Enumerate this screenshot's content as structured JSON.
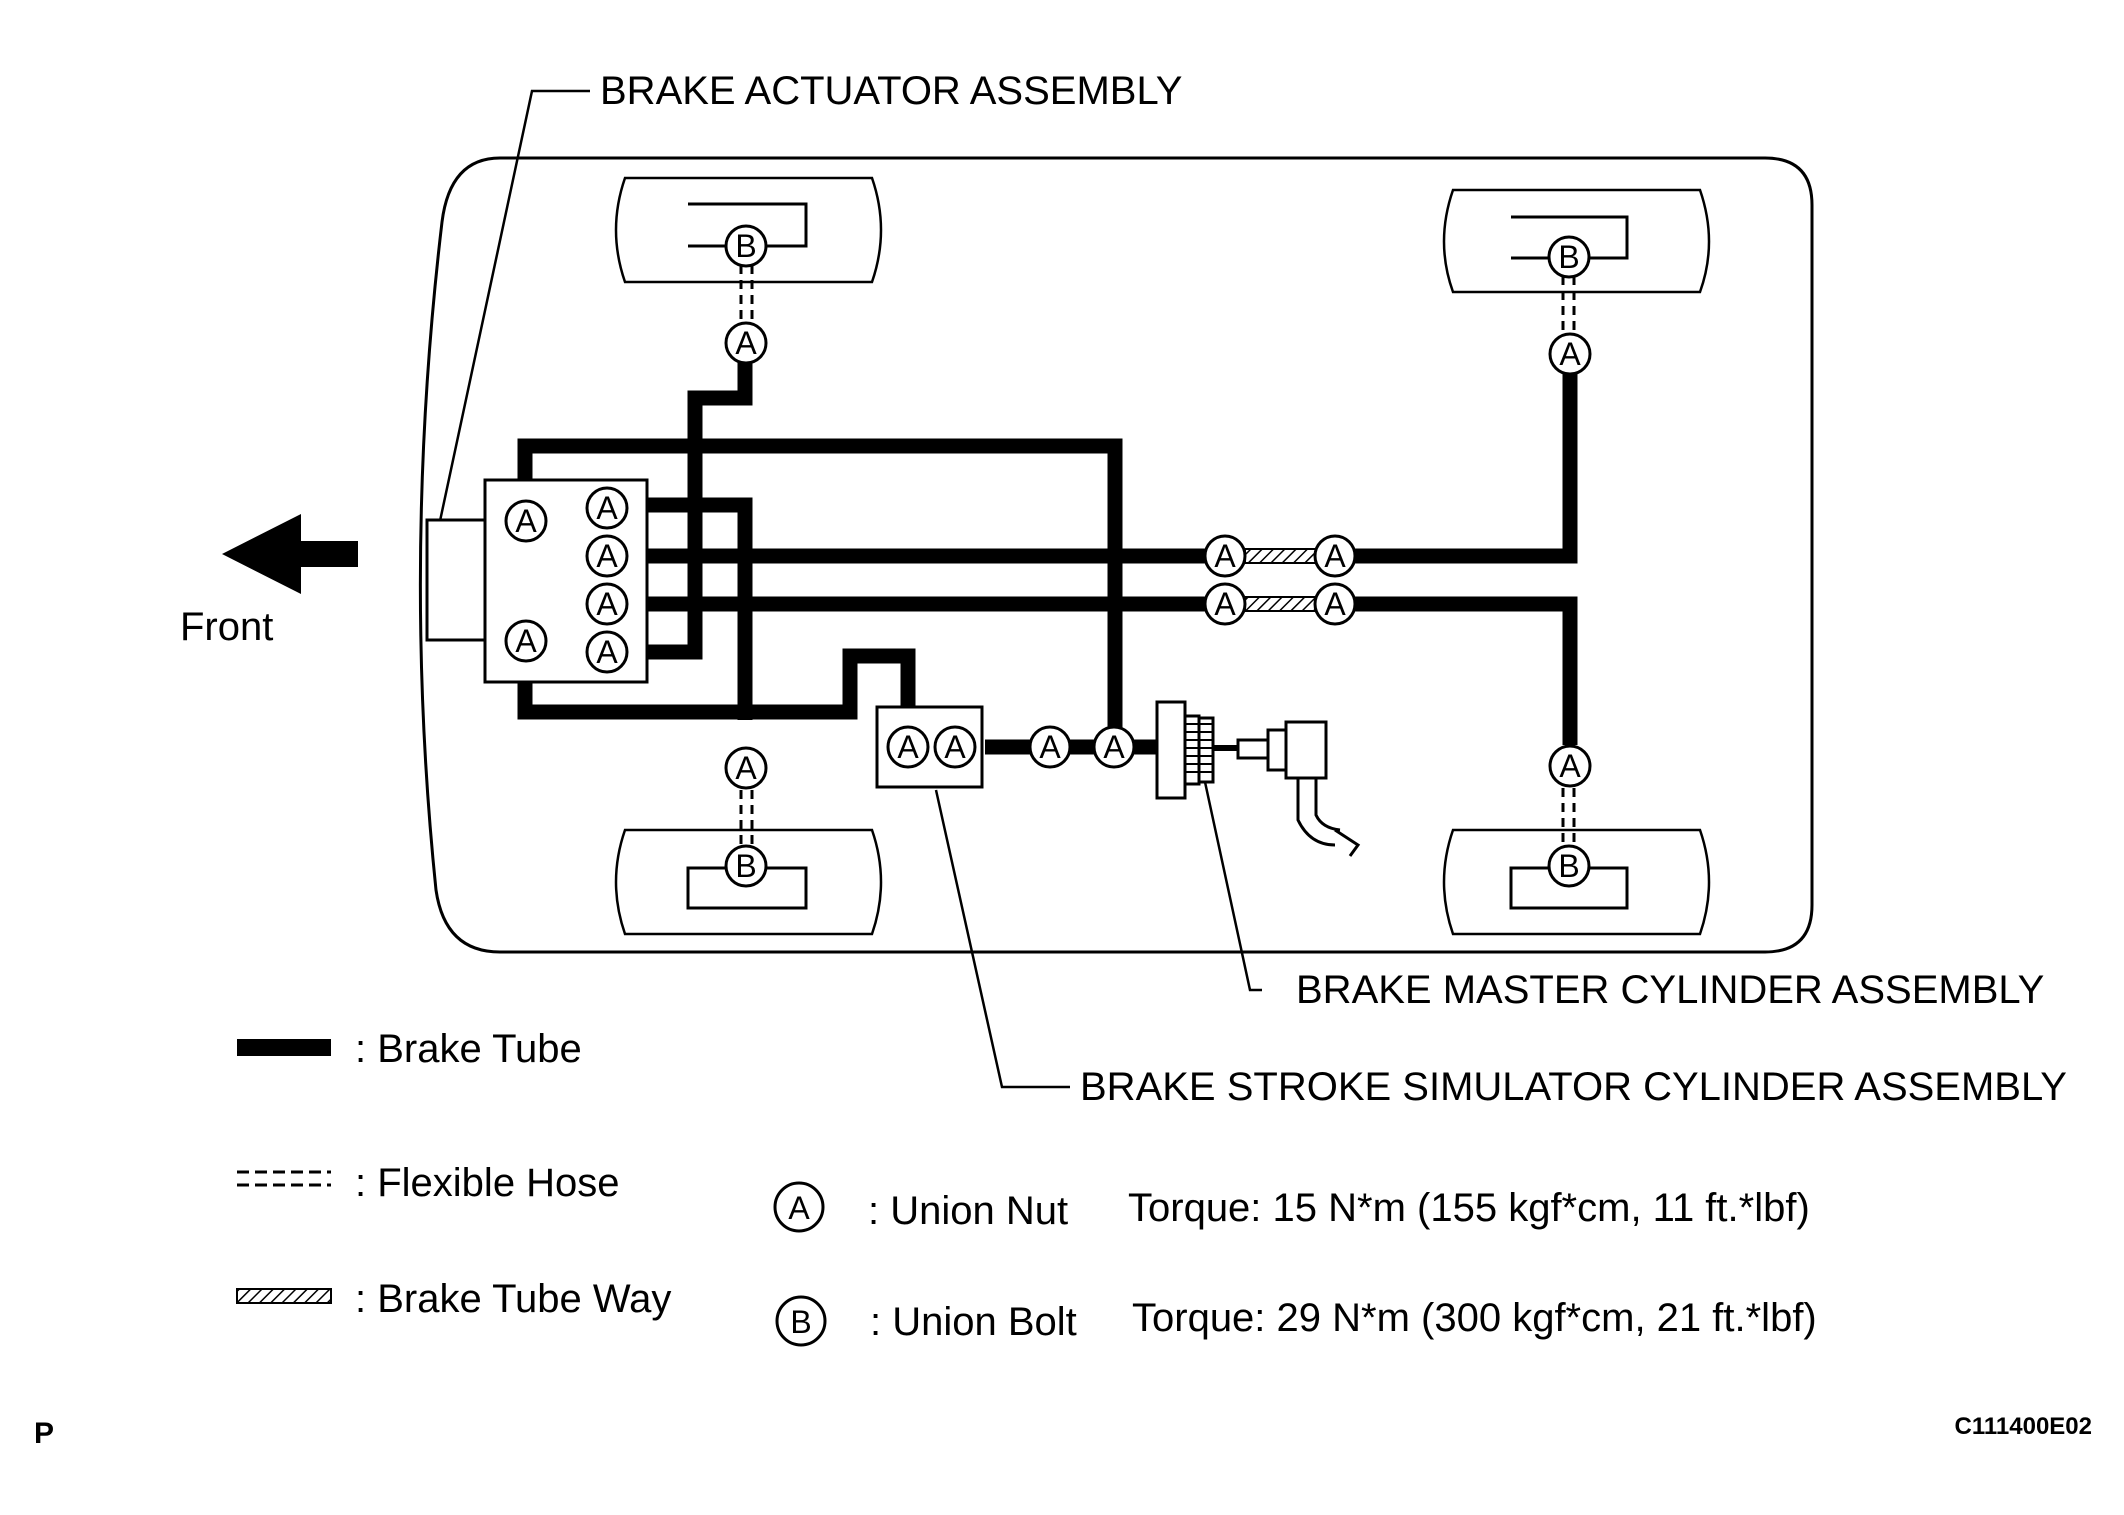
{
  "labels": {
    "brake_actuator": "BRAKE ACTUATOR ASSEMBLY",
    "brake_master": "BRAKE MASTER CYLINDER ASSEMBLY",
    "brake_stroke_simulator": "BRAKE STROKE SIMULATOR CYLINDER ASSEMBLY",
    "front": "Front"
  },
  "legend": {
    "brake_tube": ": Brake Tube",
    "flexible_hose": ": Flexible Hose",
    "brake_tube_way": ": Brake Tube Way",
    "union_nut_symbol": "A",
    "union_nut": ": Union Nut",
    "union_nut_torque": "Torque: 15 N*m (155 kgf*cm, 11 ft.*lbf)",
    "union_bolt_symbol": "B",
    "union_bolt": ": Union Bolt",
    "union_bolt_torque": "Torque: 29 N*m (300 kgf*cm, 21 ft.*lbf)"
  },
  "connector_letters": {
    "nut": "A",
    "bolt": "B"
  },
  "footer": {
    "page_mark": "P",
    "figure_code": "C111400E02"
  }
}
